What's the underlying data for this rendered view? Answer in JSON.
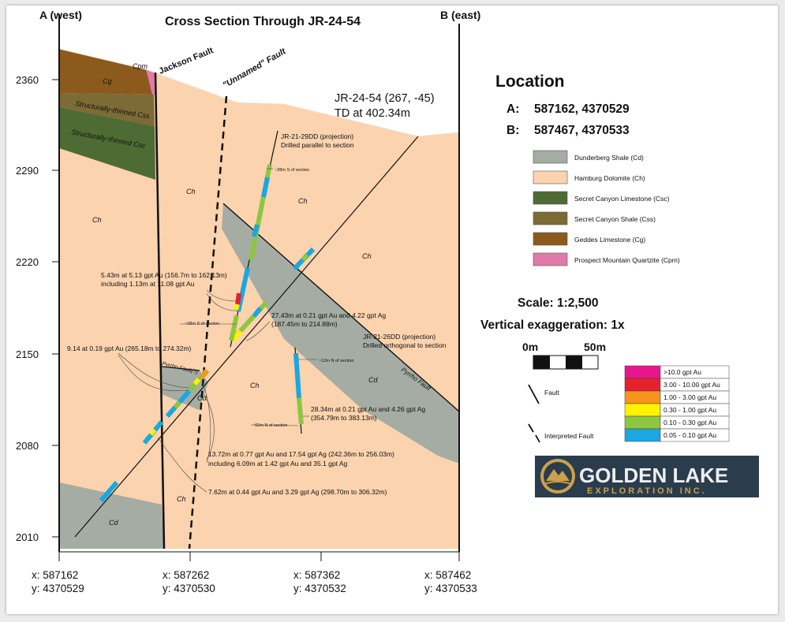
{
  "title": "Cross Section Through JR-24-54",
  "end_west": "A (west)",
  "end_east": "B (east)",
  "elevations": [
    "2360",
    "2290",
    "2220",
    "2150",
    "2080",
    "2010"
  ],
  "eastings": [
    {
      "x": "x: 587162",
      "y": "y: 4370529"
    },
    {
      "x": "x: 587262",
      "y": "y: 4370530"
    },
    {
      "x": "x: 587362",
      "y": "y: 4370532"
    },
    {
      "x": "x: 587462",
      "y": "y: 4370533"
    }
  ],
  "units": {
    "cpm": "Cpm",
    "cg": "Cg",
    "css": "Structurally-thinned Css",
    "csc": "Structurally-thinned Csc",
    "ch": "Ch",
    "cd": "Cd"
  },
  "faults": {
    "jackson": "Jackson Fault",
    "unnamed": "\"Unnamed\" Fault",
    "pyrrho": "Pyrrho Fault",
    "pyrrho_q": "Pyrrho Fault(?)"
  },
  "holes": {
    "main_name": "JR-24-54 (267, -45)",
    "main_td": "TD at 402.34m",
    "h29_name": "JR-21-29DD (projection)",
    "h29_note": "Drilled parallel to section",
    "h26_name": "JR-21-26DD (projection)",
    "h26_note": "Drilled orthogonal to section",
    "offset_28s_top": "~28m S of section",
    "offset_28s_mid": "~28m S of section",
    "offset_12n": "~12m N of section",
    "offset_60n": "~60m N of section"
  },
  "intercepts": [
    "5.43m at 5.13 gpt Au (156.7m to 162.13m)",
    "including 1.13m at 11.08 gpt Au",
    "27.43m at 0.21 gpt Au and 4.22 gpt Ag",
    "(187.45m to 214.88m)",
    "9.14 at 0.19 gpt Au (265.18m to 274.32m)",
    "28.34m at 0.21 gpt Au and 4.26 gpt Ag",
    "(354.79m to 383.13m)",
    "13.72m at 0.77 gpt Au and 17.54 gpt Ag (242.36m to 256.03m)",
    "including 6.09m at 1.42 gpt Au and 35.1 gpt Ag",
    "7.62m at 0.44 gpt Au and 3.29 gpt Ag (298.70m to 306.32m)"
  ],
  "location": {
    "heading": "Location",
    "a_label": "A:",
    "a_value": "587162, 4370529",
    "b_label": "B:",
    "b_value": "587467, 4370533"
  },
  "lithology_legend": [
    {
      "label": "Dunderberg Shale (Cd)",
      "color": "#a5aca3"
    },
    {
      "label": "Hamburg Dolomite (Ch)",
      "color": "#fbd3ae"
    },
    {
      "label": "Secret Canyon Limestone (Csc)",
      "color": "#4e6b34"
    },
    {
      "label": "Secret Canyon Shale (Css)",
      "color": "#7d6b35"
    },
    {
      "label": "Geddes Limestone (Cg)",
      "color": "#8c5a1c"
    },
    {
      "label": "Prospect Mountain Quartzite (Cpm)",
      "color": "#e07aa9"
    }
  ],
  "scale": "Scale: 1:2,500",
  "vex": "Vertical exaggeration: 1x",
  "scalebar": {
    "start": "0m",
    "end": "50m"
  },
  "symbols": {
    "fault": "Fault",
    "interpreted": "Interpreted Fault"
  },
  "grade_legend": [
    {
      "label": ">10.0 gpt Au",
      "color": "#e8168c"
    },
    {
      "label": "3.00 - 10.00 gpt Au",
      "color": "#e8202a"
    },
    {
      "label": "1.00 - 3.00 gpt Au",
      "color": "#f7941d"
    },
    {
      "label": "0.30 - 1.00 gpt Au",
      "color": "#fff200"
    },
    {
      "label": "0.10 - 0.30 gpt Au",
      "color": "#8dc63f"
    },
    {
      "label": "0.05 - 0.10 gpt Au",
      "color": "#1ba7e1"
    }
  ],
  "logo": {
    "line1": "GOLDEN LAKE",
    "line2": "EXPLORATION INC."
  }
}
